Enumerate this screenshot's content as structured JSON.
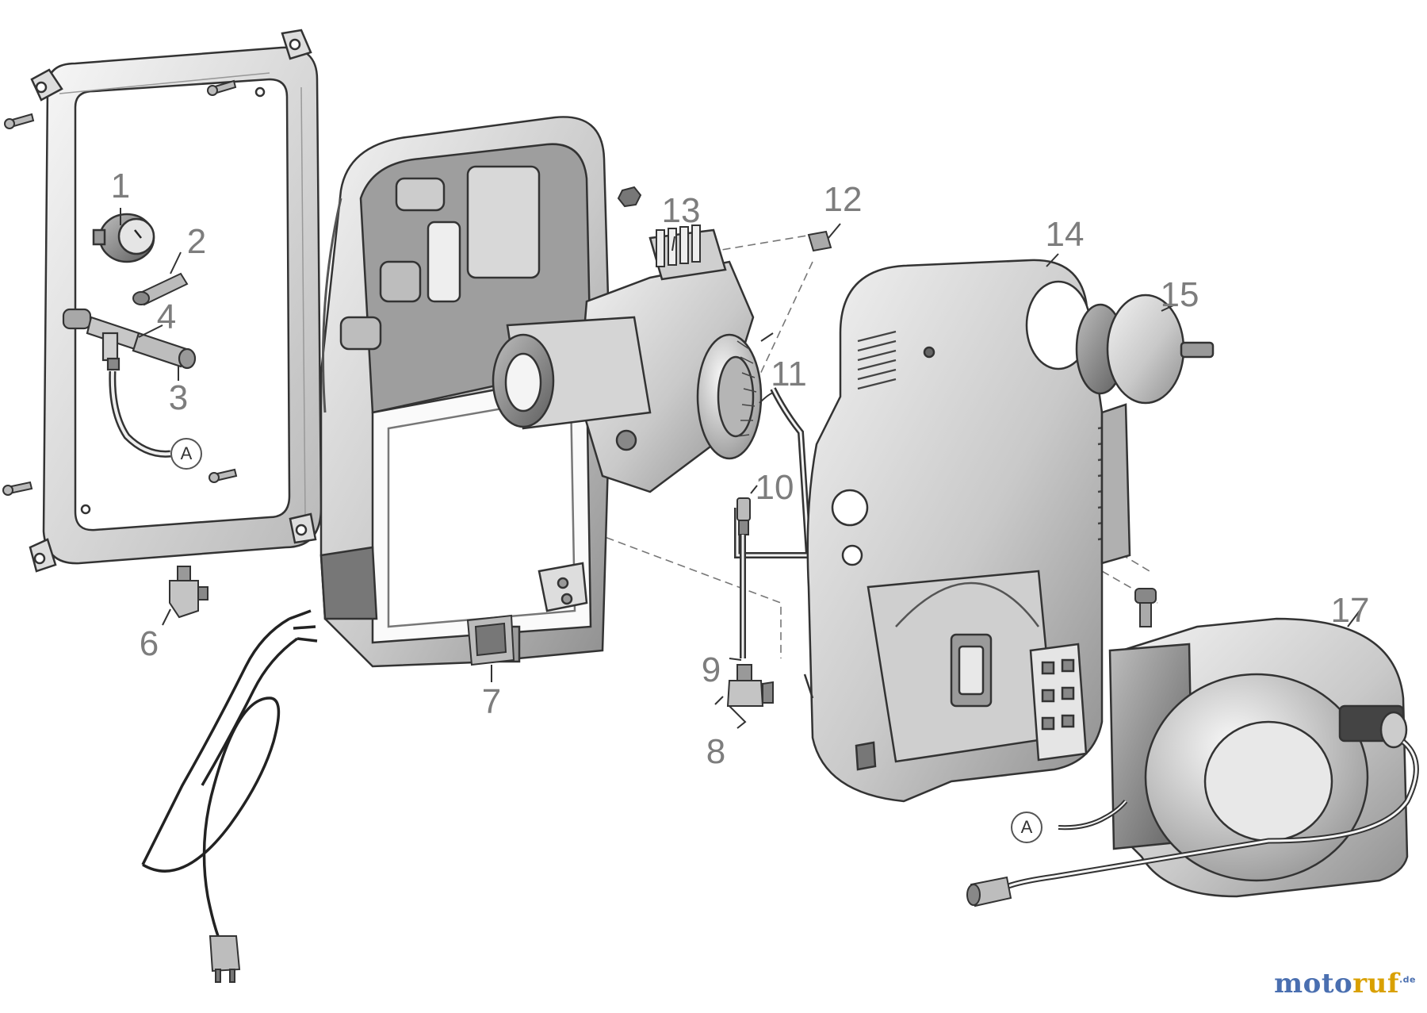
{
  "diagram": {
    "callouts": [
      {
        "id": "1",
        "text": "1"
      },
      {
        "id": "2",
        "text": "2"
      },
      {
        "id": "3",
        "text": "3"
      },
      {
        "id": "4",
        "text": "4"
      },
      {
        "id": "6",
        "text": "6"
      },
      {
        "id": "7",
        "text": "7"
      },
      {
        "id": "8",
        "text": "8"
      },
      {
        "id": "9",
        "text": "9"
      },
      {
        "id": "10",
        "text": "10"
      },
      {
        "id": "11",
        "text": "11"
      },
      {
        "id": "12",
        "text": "12"
      },
      {
        "id": "13",
        "text": "13"
      },
      {
        "id": "14",
        "text": "14"
      },
      {
        "id": "15",
        "text": "15"
      },
      {
        "id": "17",
        "text": "17"
      }
    ],
    "connector_a_left": "A",
    "connector_a_right": "A"
  },
  "watermark": {
    "main": "moto",
    "accent": "ruf",
    "sup": ".de"
  },
  "colors": {
    "line": "#3a3a3a",
    "fill_light": "#e8e8e8",
    "fill_mid": "#c2c2c2",
    "fill_dark": "#8e8e8e",
    "label": "#7d7d7d"
  }
}
